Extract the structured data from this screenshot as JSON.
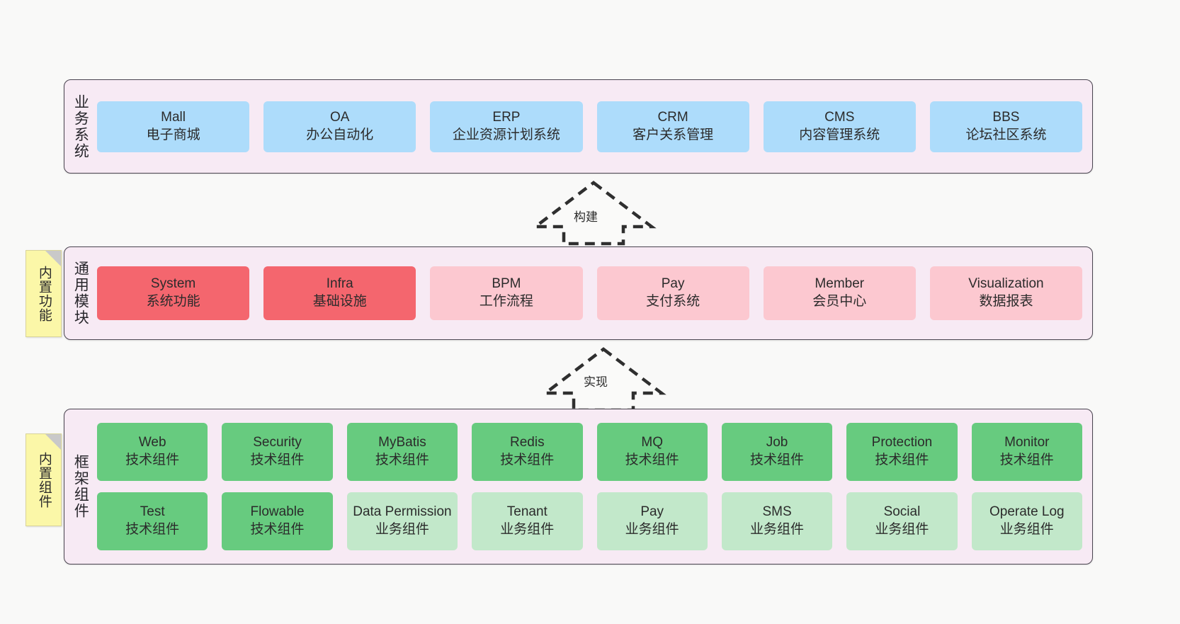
{
  "layers": [
    {
      "id": "business",
      "title": "业务系统",
      "rows": [
        {
          "cards": [
            {
              "en": "Mall",
              "cn": "电子商城",
              "style": "c-blue"
            },
            {
              "en": "OA",
              "cn": "办公自动化",
              "style": "c-blue"
            },
            {
              "en": "ERP",
              "cn": "企业资源计划系统",
              "style": "c-blue"
            },
            {
              "en": "CRM",
              "cn": "客户关系管理",
              "style": "c-blue"
            },
            {
              "en": "CMS",
              "cn": "内容管理系统",
              "style": "c-blue"
            },
            {
              "en": "BBS",
              "cn": "论坛社区系统",
              "style": "c-blue"
            }
          ]
        }
      ]
    },
    {
      "id": "common",
      "title": "通用模块",
      "rows": [
        {
          "cards": [
            {
              "en": "System",
              "cn": "系统功能",
              "style": "c-red"
            },
            {
              "en": "Infra",
              "cn": "基础设施",
              "style": "c-red"
            },
            {
              "en": "BPM",
              "cn": "工作流程",
              "style": "c-pink"
            },
            {
              "en": "Pay",
              "cn": "支付系统",
              "style": "c-pink"
            },
            {
              "en": "Member",
              "cn": "会员中心",
              "style": "c-pink"
            },
            {
              "en": "Visualization",
              "cn": "数据报表",
              "style": "c-pink"
            }
          ]
        }
      ]
    },
    {
      "id": "framework",
      "title": "框架组件",
      "rows": [
        {
          "cards": [
            {
              "en": "Web",
              "cn": "技术组件",
              "style": "c-green"
            },
            {
              "en": "Security",
              "cn": "技术组件",
              "style": "c-green"
            },
            {
              "en": "MyBatis",
              "cn": "技术组件",
              "style": "c-green"
            },
            {
              "en": "Redis",
              "cn": "技术组件",
              "style": "c-green"
            },
            {
              "en": "MQ",
              "cn": "技术组件",
              "style": "c-green"
            },
            {
              "en": "Job",
              "cn": "技术组件",
              "style": "c-green"
            },
            {
              "en": "Protection",
              "cn": "技术组件",
              "style": "c-green"
            },
            {
              "en": "Monitor",
              "cn": "技术组件",
              "style": "c-green"
            }
          ]
        },
        {
          "cards": [
            {
              "en": "Test",
              "cn": "技术组件",
              "style": "c-green"
            },
            {
              "en": "Flowable",
              "cn": "技术组件",
              "style": "c-green"
            },
            {
              "en": "Data Permission",
              "cn": "业务组件",
              "style": "c-lightgreen"
            },
            {
              "en": "Tenant",
              "cn": "业务组件",
              "style": "c-lightgreen"
            },
            {
              "en": "Pay",
              "cn": "业务组件",
              "style": "c-lightgreen"
            },
            {
              "en": "SMS",
              "cn": "业务组件",
              "style": "c-lightgreen"
            },
            {
              "en": "Social",
              "cn": "业务组件",
              "style": "c-lightgreen"
            },
            {
              "en": "Operate Log",
              "cn": "业务组件",
              "style": "c-lightgreen"
            }
          ]
        }
      ]
    }
  ],
  "notes": [
    {
      "id": "common",
      "text": "内置功能"
    },
    {
      "id": "framework",
      "text": "内置组件"
    }
  ],
  "arrows": [
    {
      "id": "build",
      "label": "构建"
    },
    {
      "id": "impl",
      "label": "实现"
    }
  ],
  "colors": {
    "canvas": "#f9f9f8",
    "layer_fill": "#f7eaf4",
    "layer_border": "#4a4450",
    "blue": "#addcfb",
    "red": "#f4666e",
    "pink": "#fcc8d0",
    "green": "#67cb7f",
    "light_green": "#c2e8ca",
    "note_yellow": "#fbf7a8",
    "note_fold": "#c9c9c9",
    "arrow_stroke": "#2f2f2f"
  }
}
